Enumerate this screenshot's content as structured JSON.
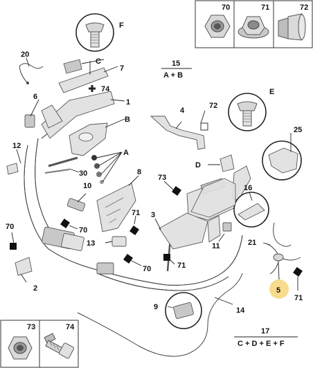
{
  "legend_top": [
    {
      "number": "70",
      "icon": "nut-icon"
    },
    {
      "number": "71",
      "icon": "flange-nut-icon"
    },
    {
      "number": "72",
      "icon": "rubber-stopper-icon"
    }
  ],
  "legend_bottom": [
    {
      "number": "73",
      "icon": "nut-icon"
    },
    {
      "number": "74",
      "icon": "stud-bolt-icon"
    }
  ],
  "callouts": {
    "F": "F",
    "C": "C",
    "E": "E",
    "B": "B",
    "A": "A",
    "D": "D"
  },
  "groups": {
    "g15": {
      "number": "15",
      "formula": "A + B"
    },
    "g17": {
      "number": "17",
      "formula": "C + D + E + F"
    }
  },
  "labels": {
    "n20": "20",
    "n7": "7",
    "n6": "6",
    "n74": "74",
    "n1": "1",
    "n4": "4",
    "n72": "72",
    "n12": "12",
    "n30": "30",
    "n8": "8",
    "n10": "10",
    "n73": "73",
    "n25": "25",
    "n16": "16",
    "n70a": "70",
    "n70b": "70",
    "n70c": "70",
    "n71a": "71",
    "n71b": "71",
    "n71c": "71",
    "n3": "3",
    "n13": "13",
    "n11": "11",
    "n21": "21",
    "n2": "2",
    "n9": "9",
    "n14": "14",
    "n5": "5"
  },
  "highlight": {
    "label": "5",
    "color": "#f7dc8e"
  }
}
